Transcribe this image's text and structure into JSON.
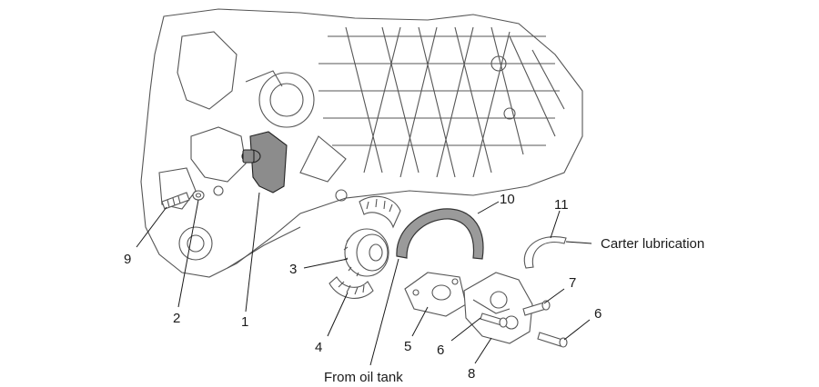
{
  "colors": {
    "line_art": "#555555",
    "highlight_part": "#8c8c8c",
    "hose": "#9a9a9a",
    "text": "#1a1a1a",
    "background": "#ffffff"
  },
  "callouts": [
    {
      "id": "c1",
      "label": "1"
    },
    {
      "id": "c2",
      "label": "2"
    },
    {
      "id": "c3",
      "label": "3"
    },
    {
      "id": "c4",
      "label": "4"
    },
    {
      "id": "c5",
      "label": "5"
    },
    {
      "id": "c6a",
      "label": "6"
    },
    {
      "id": "c6b",
      "label": "6"
    },
    {
      "id": "c7",
      "label": "7"
    },
    {
      "id": "c8",
      "label": "8"
    },
    {
      "id": "c9",
      "label": "9"
    },
    {
      "id": "c10",
      "label": "10"
    },
    {
      "id": "c11",
      "label": "11"
    }
  ],
  "notes": {
    "carter_lubrication": "Carter lubrication",
    "from_oil_tank": "From oil tank"
  }
}
